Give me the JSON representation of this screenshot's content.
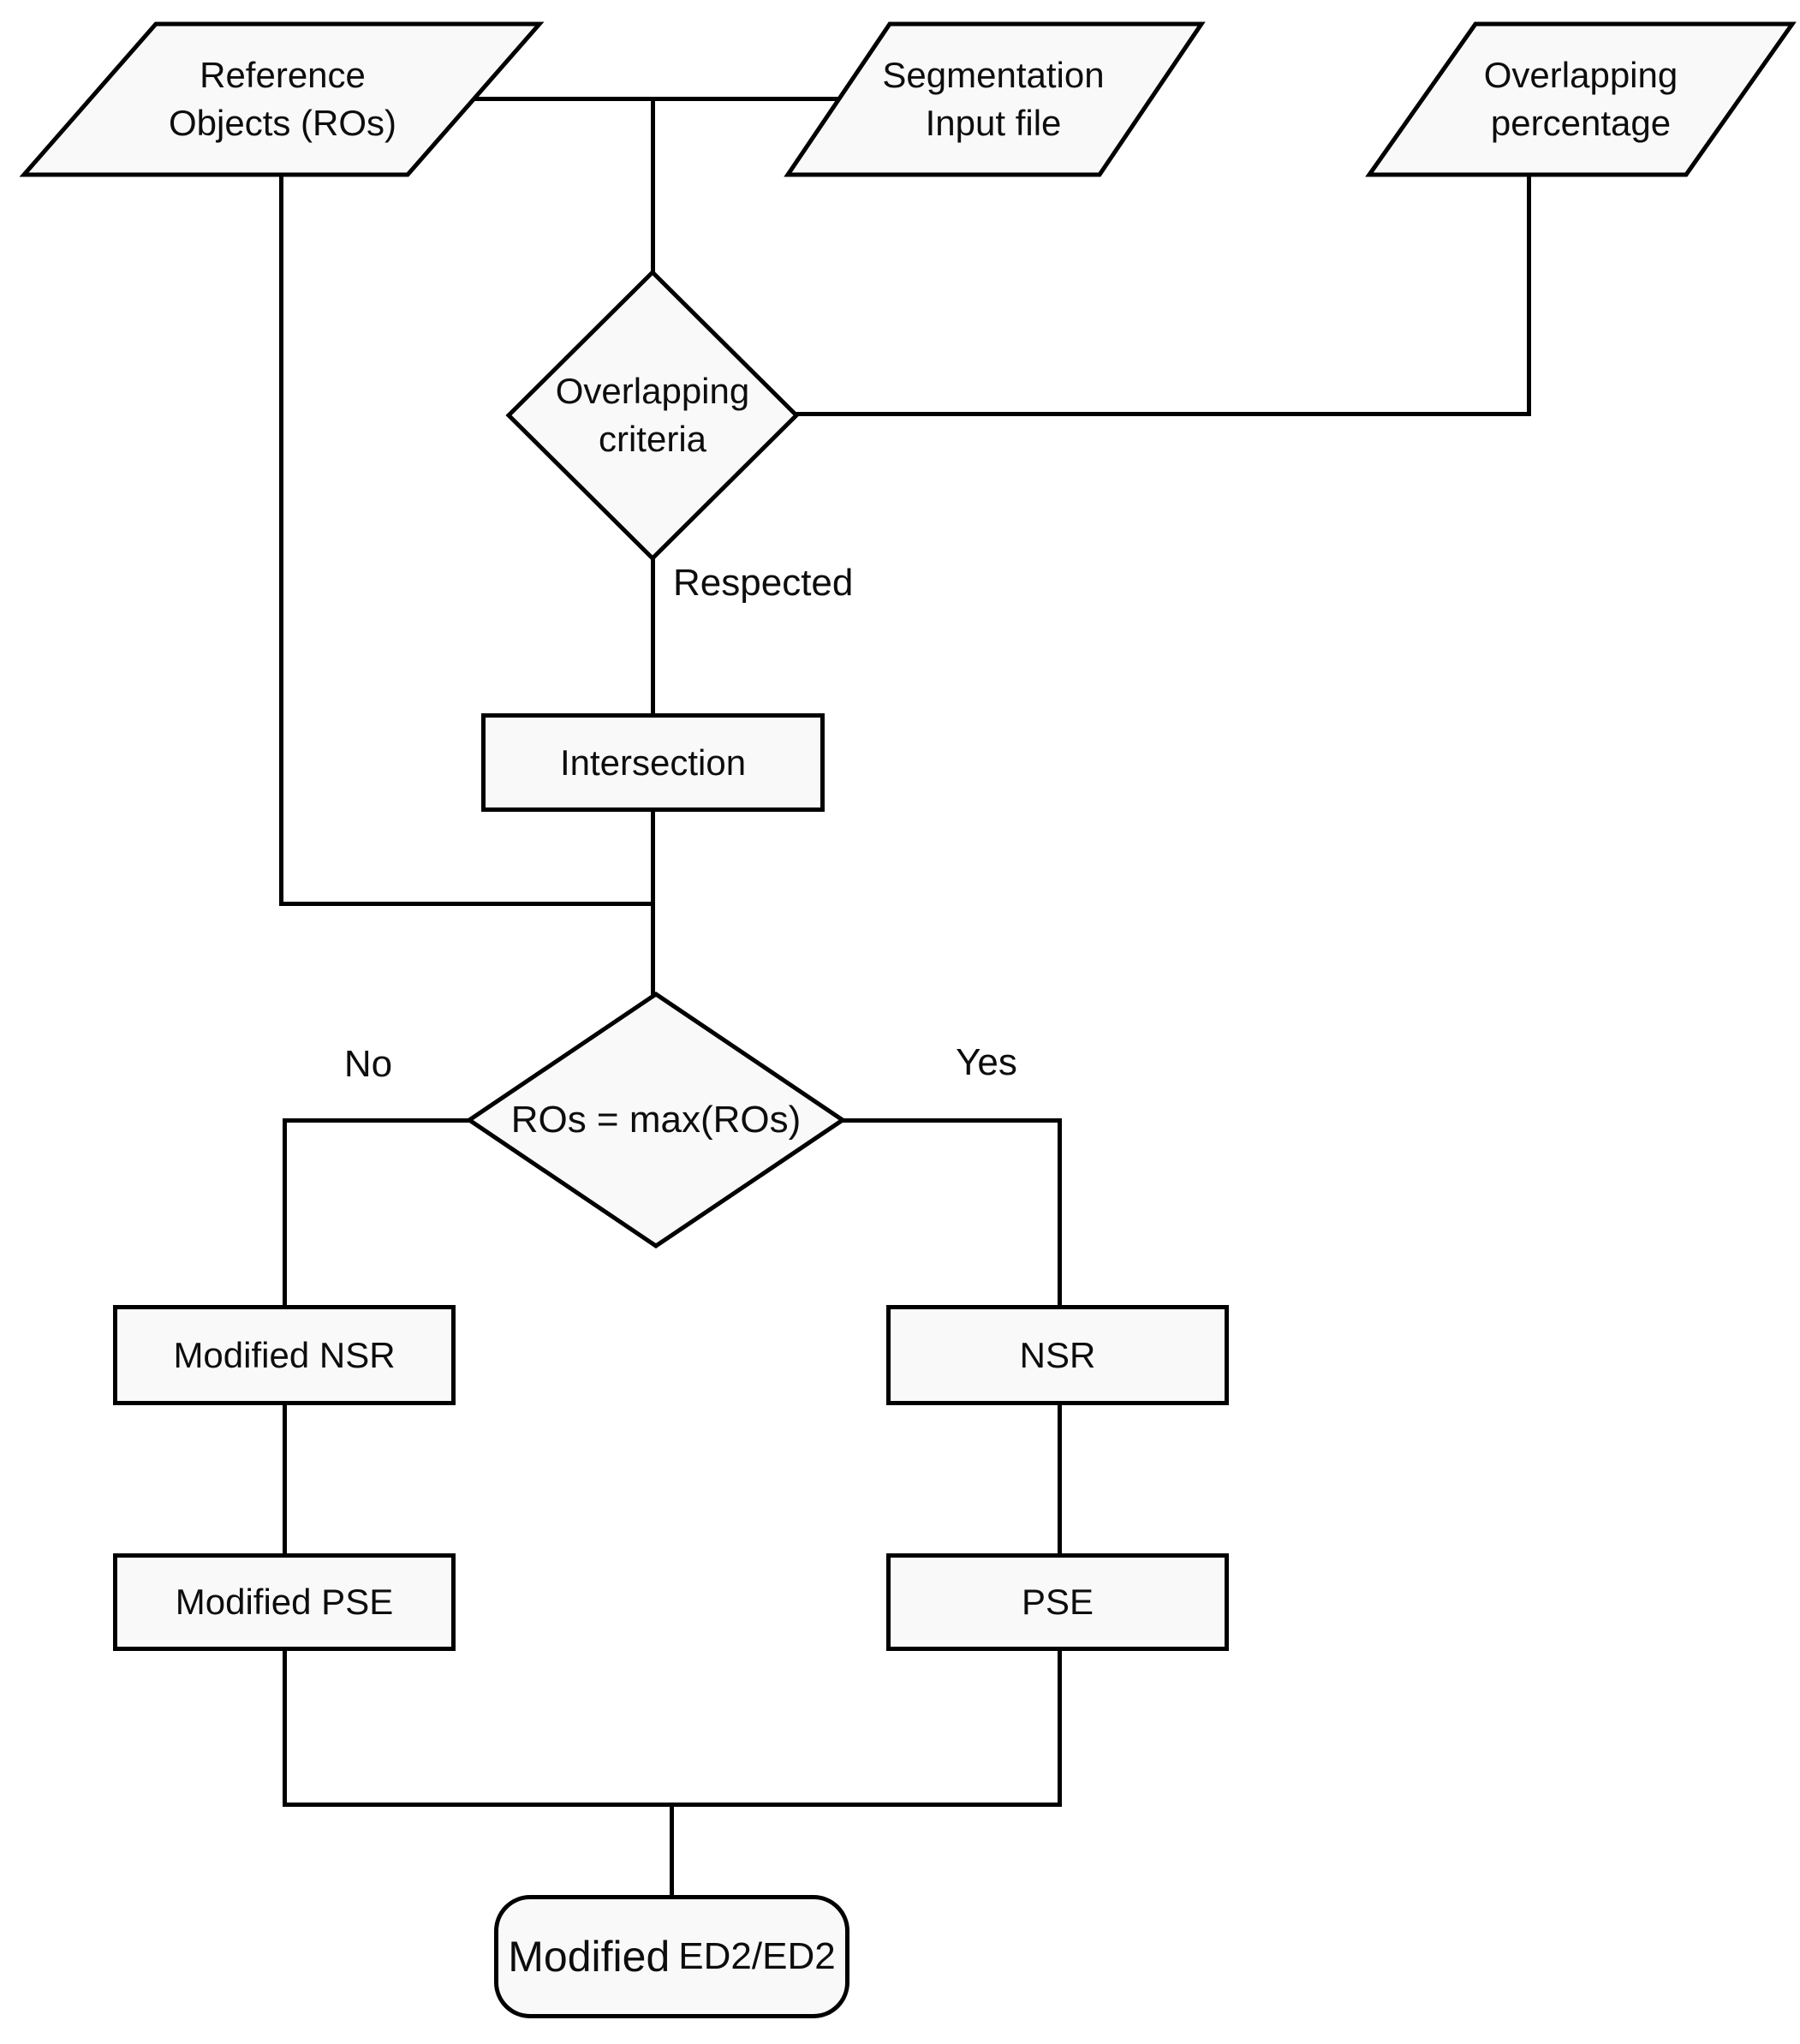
{
  "colors": {
    "bg": "#ffffff",
    "fill": "#f9f9f9",
    "stroke": "#000000",
    "text": "#0d0d0d"
  },
  "nodes": {
    "reference_objects": {
      "type": "parallelogram-input",
      "label": "Reference\nObjects (ROs)"
    },
    "segmentation_input": {
      "type": "parallelogram-input",
      "label": "Segmentation\nInput file"
    },
    "overlapping_percentage": {
      "type": "parallelogram-input",
      "label": "Overlapping\npercentage"
    },
    "overlapping_criteria": {
      "type": "decision-diamond",
      "label": "Overlapping\ncriteria"
    },
    "intersection": {
      "type": "process-box",
      "label": "Intersection"
    },
    "ros_max": {
      "type": "decision-diamond",
      "label": "ROs = max(ROs)"
    },
    "modified_nsr": {
      "type": "process-box",
      "label": "Modified NSR"
    },
    "nsr": {
      "type": "process-box",
      "label": "NSR"
    },
    "modified_pse": {
      "type": "process-box",
      "label": "Modified PSE"
    },
    "pse": {
      "type": "process-box",
      "label": "PSE"
    },
    "final": {
      "type": "rounded-terminator",
      "label_prefix": "Modified",
      "label_suffix": "ED2/ED2"
    }
  },
  "edge_labels": {
    "respected": "Respected",
    "no": "No",
    "yes": "Yes"
  },
  "edges": [
    {
      "from": "reference_objects",
      "to": "overlapping_criteria"
    },
    {
      "from": "segmentation_input",
      "to": "overlapping_criteria"
    },
    {
      "from": "overlapping_percentage",
      "to": "overlapping_criteria"
    },
    {
      "from": "overlapping_criteria",
      "to": "intersection",
      "label": "Respected"
    },
    {
      "from": "intersection",
      "to": "ros_max"
    },
    {
      "from": "reference_objects",
      "to": "ros_max"
    },
    {
      "from": "ros_max",
      "to": "modified_nsr",
      "label": "No"
    },
    {
      "from": "ros_max",
      "to": "nsr",
      "label": "Yes"
    },
    {
      "from": "modified_nsr",
      "to": "modified_pse"
    },
    {
      "from": "nsr",
      "to": "pse"
    },
    {
      "from": "modified_pse",
      "to": "final"
    },
    {
      "from": "pse",
      "to": "final"
    }
  ]
}
